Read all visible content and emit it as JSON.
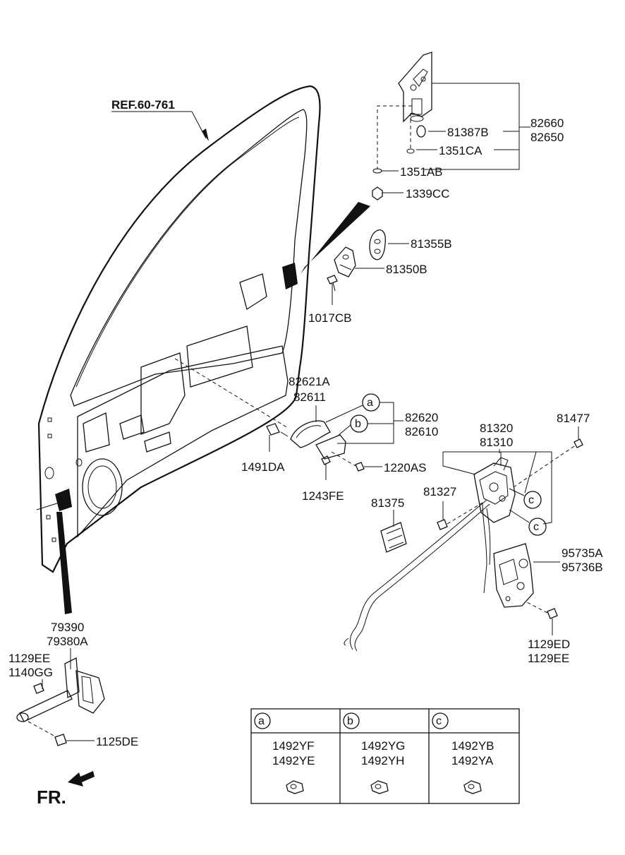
{
  "reference": "REF.60-761",
  "direction_label": "FR.",
  "labels": {
    "p82660": "82660",
    "p82650": "82650",
    "p81387B": "81387B",
    "p1351CA": "1351CA",
    "p1351AB": "1351AB",
    "p1339CC": "1339CC",
    "p81355B": "81355B",
    "p81350B": "81350B",
    "p1017CB": "1017CB",
    "p82621A": "82621A",
    "p82611": "82611",
    "p82620": "82620",
    "p82610": "82610",
    "p1491DA": "1491DA",
    "p1220AS": "1220AS",
    "p1243FE": "1243FE",
    "p81320": "81320",
    "p81310": "81310",
    "p81477": "81477",
    "p81327": "81327",
    "p81375": "81375",
    "p95735A": "95735A",
    "p95736B": "95736B",
    "p1129ED": "1129ED",
    "p1129EE_b": "1129EE",
    "p79390": "79390",
    "p79380A": "79380A",
    "p1129EE": "1129EE",
    "p1140GG": "1140GG",
    "p1125DE": "1125DE"
  },
  "callouts": {
    "a": "a",
    "b": "b",
    "c": "c"
  },
  "legend_table": {
    "columns": [
      {
        "key": "a",
        "parts": [
          "1492YF",
          "1492YE"
        ]
      },
      {
        "key": "b",
        "parts": [
          "1492YG",
          "1492YH"
        ]
      },
      {
        "key": "c",
        "parts": [
          "1492YB",
          "1492YA"
        ]
      }
    ]
  }
}
